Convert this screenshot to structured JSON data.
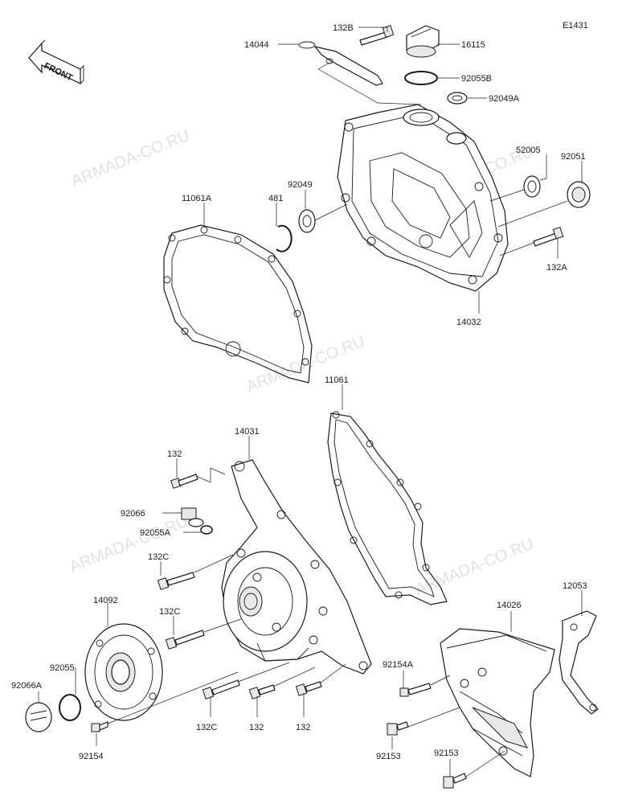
{
  "diagram_code": "E1431",
  "front_label": "FRONT",
  "watermark": "ARMADA-CO.RU",
  "parts": [
    "132B",
    "14044",
    "16115",
    "92055B",
    "92049A",
    "52005",
    "92051",
    "11061A",
    "481",
    "92049",
    "132A",
    "14032",
    "11061",
    "14031",
    "132",
    "92066",
    "92055A",
    "132C",
    "14092",
    "132C",
    "12053",
    "14026",
    "92055",
    "92066A",
    "92154A",
    "92154",
    "132C",
    "132",
    "132",
    "92153",
    "92153"
  ]
}
